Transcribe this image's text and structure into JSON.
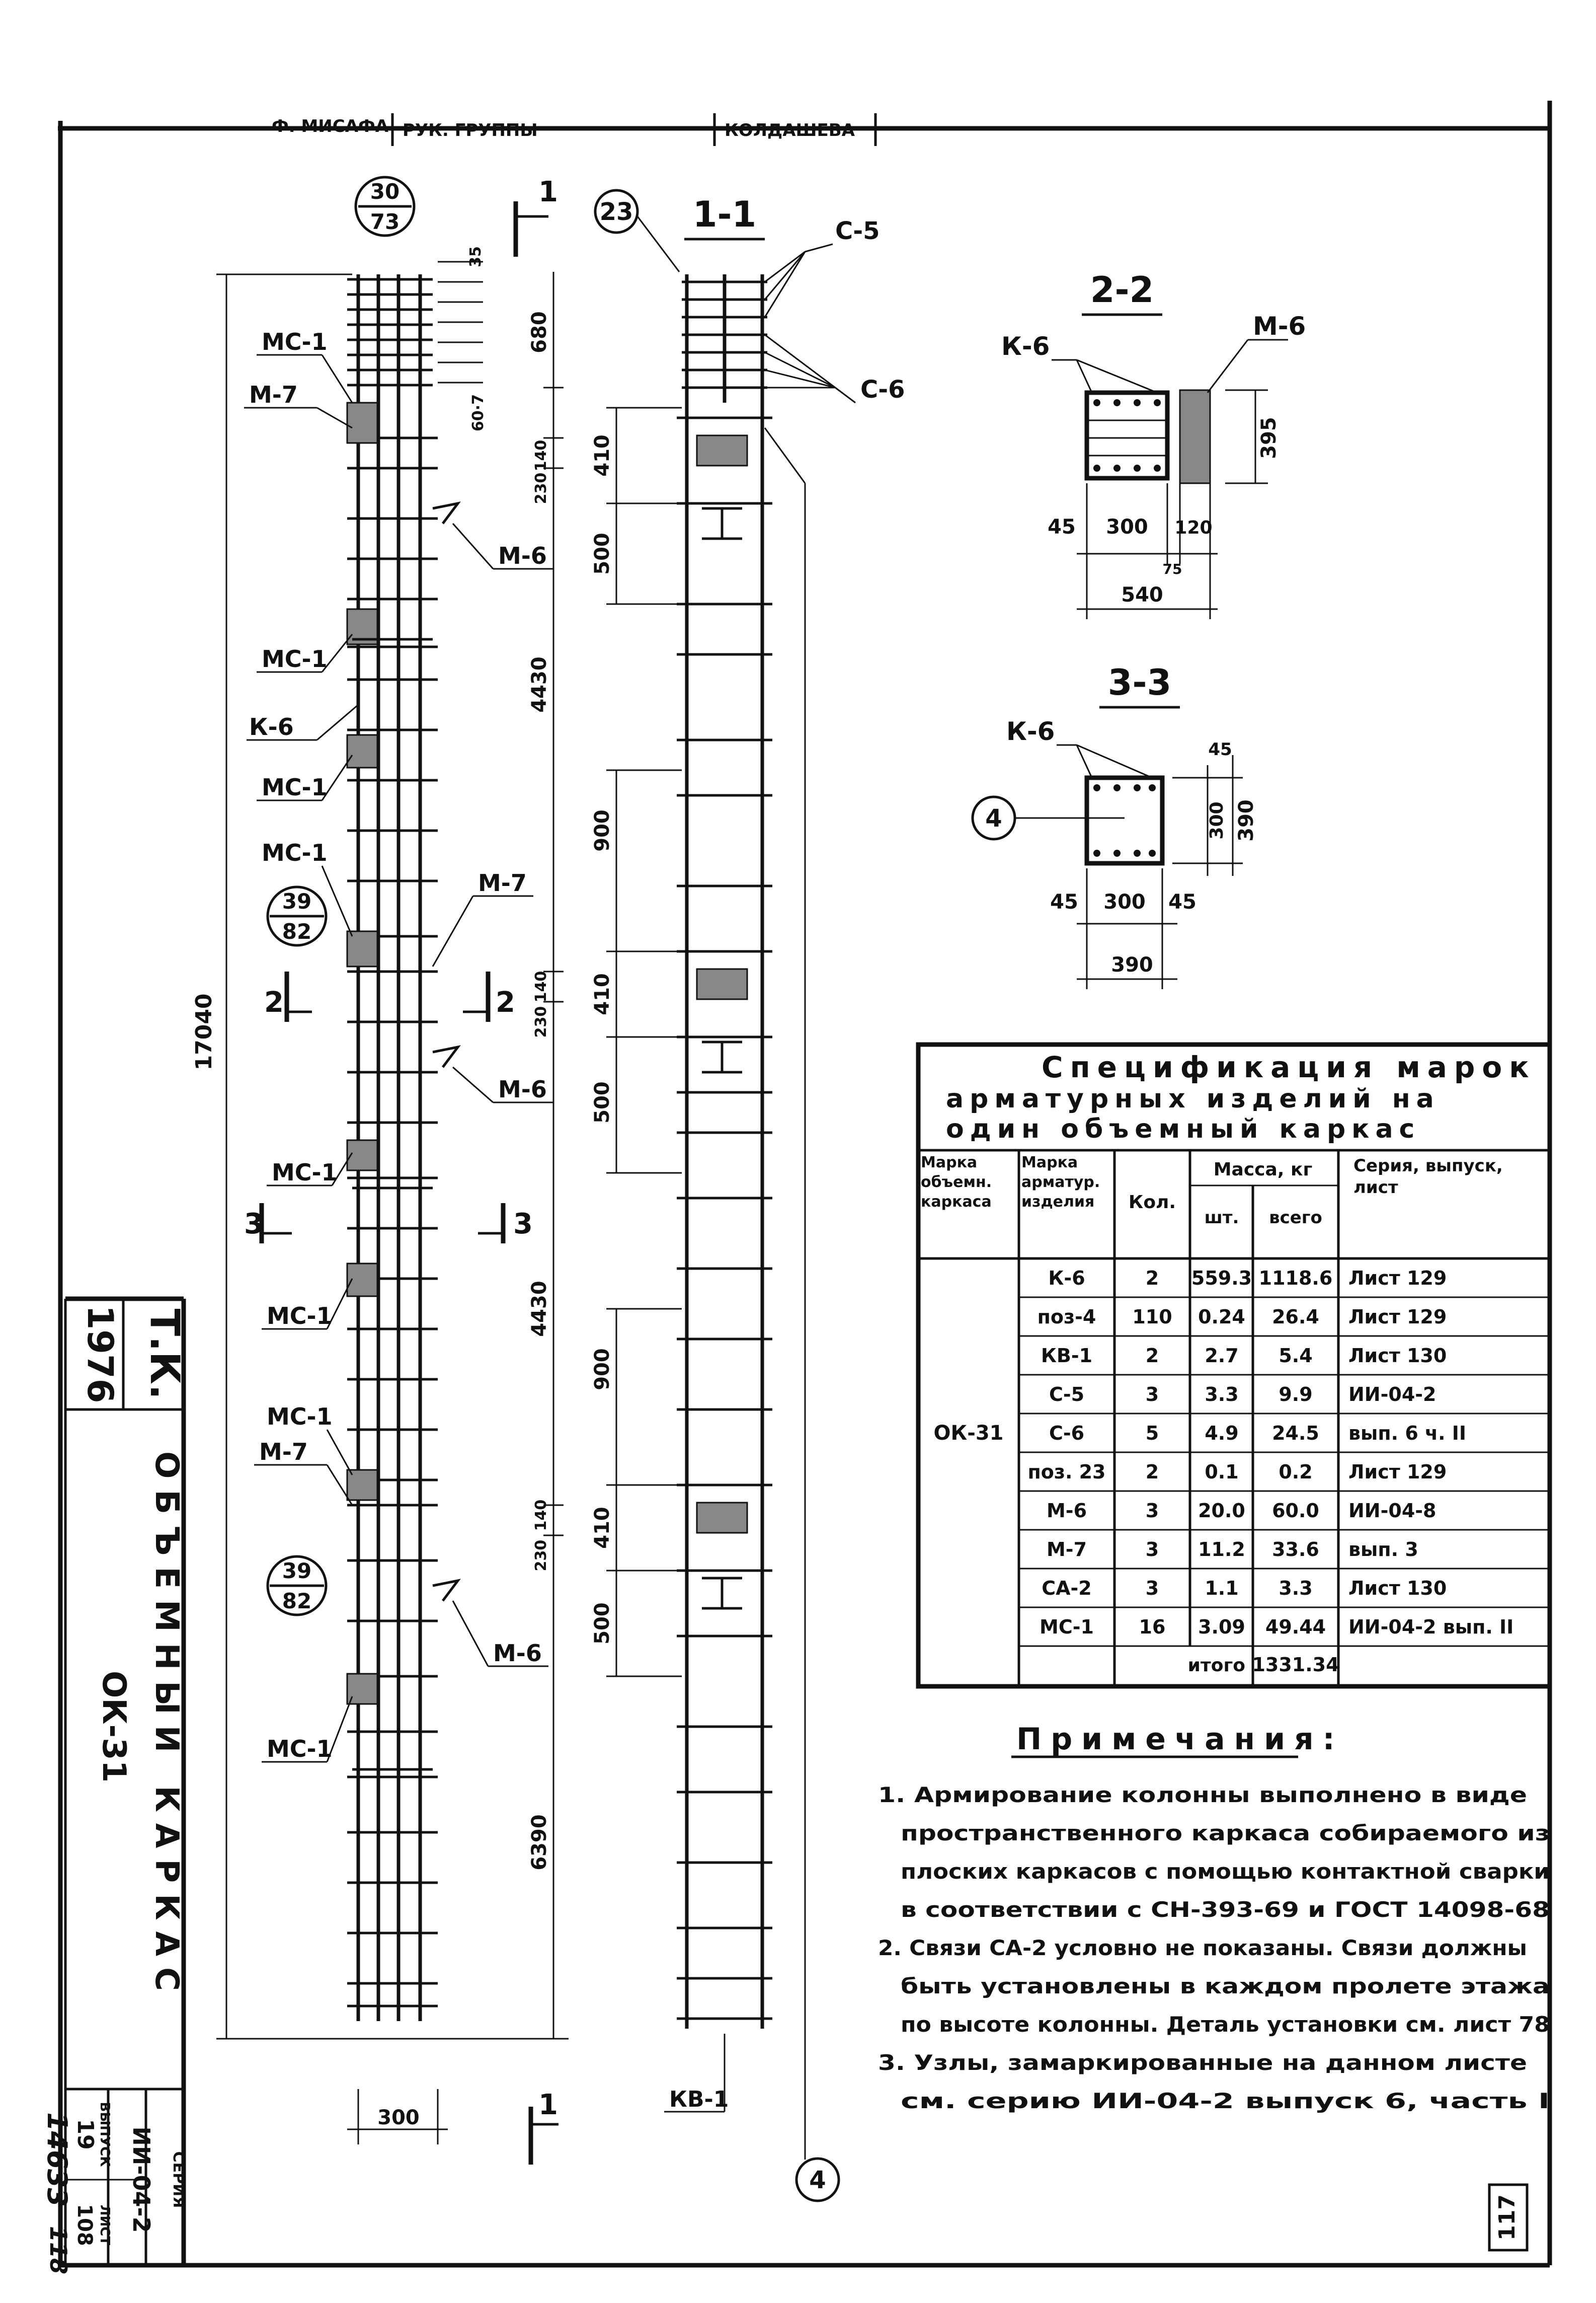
{
  "title_block": {
    "top_left": "Ф. МИСАФА",
    "top_role": "РУК. ГРУППЫ",
    "top_name": "КОЛДАШЕВА",
    "org": "Т.К.",
    "year": "1976",
    "drawing_title": "ОБЪЕМНЫЙ КАРКАС",
    "drawing_code": "ОК-31",
    "series_label": "СЕРИЯ",
    "series": "ИИ-04-2",
    "issue_label": "ВЫПУСК",
    "issue": "19",
    "sheet_label": "ЛИСТ",
    "sheet": "108",
    "sheet_box": "117",
    "archive_number": "14633",
    "page_number": "118"
  },
  "elevation": {
    "callout_top": {
      "num": "30",
      "den": "73"
    },
    "callout_mid": {
      "num": "39",
      "den": "82"
    },
    "callout_low": {
      "num": "39",
      "den": "82"
    },
    "labels": {
      "mc1": "МС-1",
      "m7": "М-7",
      "m6": "М-6",
      "k6": "К-6",
      "cut1": "1",
      "cut2": "2",
      "cut3": "3"
    },
    "dims": {
      "total": "17040",
      "d680": "680",
      "d35": "35",
      "d60x7": "60·7",
      "d140": "140",
      "d230": "230",
      "d4430a": "4430",
      "d4430b": "4430",
      "d6390": "6390",
      "d300": "300"
    }
  },
  "section_1_1": {
    "title": "1-1",
    "callout": "23",
    "labels": {
      "c5": "С-5",
      "c6": "С-6",
      "kv1": "КВ-1",
      "axis": "4"
    },
    "dims": {
      "d410": "410",
      "d500": "500",
      "d900": "900"
    }
  },
  "section_2_2": {
    "title": "2-2",
    "labels": {
      "k6": "К-6",
      "m6": "М-6"
    },
    "dims": {
      "d45": "45",
      "d300": "300",
      "d120": "120",
      "d75": "75",
      "d540": "540",
      "d395": "395"
    }
  },
  "section_3_3": {
    "title": "3-3",
    "labels": {
      "k6": "К-6",
      "axis": "4"
    },
    "dims": {
      "d45": "45",
      "d300": "300",
      "d390": "390"
    }
  },
  "spec": {
    "title_line1": "Спецификация марок",
    "title_line2": "арматурных изделий на",
    "title_line3": "один объемный каркас",
    "headers": {
      "col1": "Марка объемн. каркаса",
      "col2": "Марка арматур. изделия",
      "col3": "Кол.",
      "col4": "Масса, кг",
      "col4a": "шт.",
      "col4b": "всего",
      "col5": "Серия, выпуск, лист"
    },
    "frame_mark": "ОК-31",
    "rows": [
      {
        "mark": "К-6",
        "qty": "2",
        "unit": "559.3",
        "total": "1118.6",
        "ref": "Лист 129"
      },
      {
        "mark": "поз-4",
        "qty": "110",
        "unit": "0.24",
        "total": "26.4",
        "ref": "Лист 129"
      },
      {
        "mark": "КВ-1",
        "qty": "2",
        "unit": "2.7",
        "total": "5.4",
        "ref": "Лист 130"
      },
      {
        "mark": "С-5",
        "qty": "3",
        "unit": "3.3",
        "total": "9.9",
        "ref": "ИИ-04-2"
      },
      {
        "mark": "С-6",
        "qty": "5",
        "unit": "4.9",
        "total": "24.5",
        "ref": "вып. 6 ч. II"
      },
      {
        "mark": "поз. 23",
        "qty": "2",
        "unit": "0.1",
        "total": "0.2",
        "ref": "Лист 129"
      },
      {
        "mark": "М-6",
        "qty": "3",
        "unit": "20.0",
        "total": "60.0",
        "ref": "ИИ-04-8"
      },
      {
        "mark": "М-7",
        "qty": "3",
        "unit": "11.2",
        "total": "33.6",
        "ref": "вып. 3"
      },
      {
        "mark": "СА-2",
        "qty": "3",
        "unit": "1.1",
        "total": "3.3",
        "ref": "Лист 130"
      },
      {
        "mark": "МС-1",
        "qty": "16",
        "unit": "3.09",
        "total": "49.44",
        "ref": "ИИ-04-2 вып. II"
      }
    ],
    "total_label": "итого",
    "total_value": "1331.34"
  },
  "notes": {
    "title": "Примечания:",
    "lines": [
      "1. Армирование колонны выполнено в виде",
      "пространственного каркаса собираемого из",
      "плоских каркасов с помощью контактной сварки",
      "в соответствии с СН-393-69 и ГОСТ 14098-68",
      "2. Связи СА-2 условно не показаны. Связи должны",
      "быть установлены в каждом пролете этажа",
      "по высоте колонны. Деталь установки см. лист 78",
      "3. Узлы, замаркированные на данном листе",
      "см. серию ИИ-04-2 выпуск 6, часть I"
    ]
  }
}
